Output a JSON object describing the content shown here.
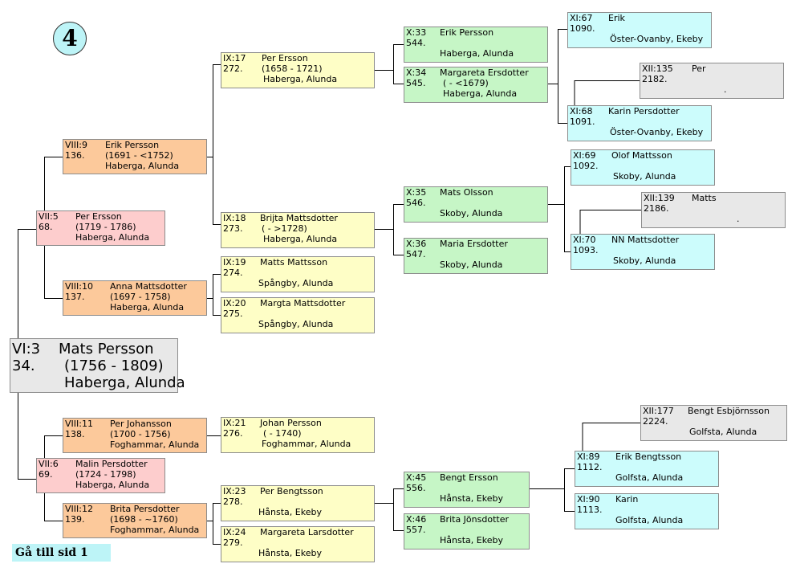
{
  "page_number": "4",
  "back_link": "Gå till sid 1",
  "root": {
    "gen_id": "VI:3",
    "name": "Mats Persson",
    "number": "34.",
    "dates": "(1756 - 1809)",
    "place": "Haberga, Alunda"
  },
  "persons": {
    "p68": {
      "gen_id": "VII:5",
      "name": "Per Ersson",
      "number": "68.",
      "dates": "(1719 - 1786)",
      "place": "Haberga, Alunda"
    },
    "p69": {
      "gen_id": "VII:6",
      "name": "Malin Persdotter",
      "number": "69.",
      "dates": "(1724 - 1798)",
      "place": "Haberga, Alunda"
    },
    "p136": {
      "gen_id": "VIII:9",
      "name": "Erik Persson",
      "number": "136.",
      "dates": "(1691 - <1752)",
      "place": "Haberga, Alunda"
    },
    "p137": {
      "gen_id": "VIII:10",
      "name": "Anna Mattsdotter",
      "number": "137.",
      "dates": "(1697 - 1758)",
      "place": "Haberga, Alunda"
    },
    "p138": {
      "gen_id": "VIII:11",
      "name": "Per Johansson",
      "number": "138.",
      "dates": "(1700 - 1756)",
      "place": "Foghammar, Alunda"
    },
    "p139": {
      "gen_id": "VIII:12",
      "name": "Brita Persdotter",
      "number": "139.",
      "dates": "(1698 - ~1760)",
      "place": "Foghammar, Alunda"
    },
    "p272": {
      "gen_id": "IX:17",
      "name": "Per Ersson",
      "number": "272.",
      "dates": "(1658 - 1721)",
      "place": "Haberga, Alunda"
    },
    "p273": {
      "gen_id": "IX:18",
      "name": "Brijta Mattsdotter",
      "number": "273.",
      "dates": "( - >1728)",
      "place": "Haberga, Alunda"
    },
    "p274": {
      "gen_id": "IX:19",
      "name": "Matts Mattsson",
      "number": "274.",
      "dates": "",
      "place": "Spångby, Alunda"
    },
    "p275": {
      "gen_id": "IX:20",
      "name": "Margta Mattsdotter",
      "number": "275.",
      "dates": "",
      "place": "Spångby, Alunda"
    },
    "p276": {
      "gen_id": "IX:21",
      "name": "Johan Persson",
      "number": "276.",
      "dates": "( - 1740)",
      "place": "Foghammar, Alunda"
    },
    "p278": {
      "gen_id": "IX:23",
      "name": "Per Bengtsson",
      "number": "278.",
      "dates": "",
      "place": "Hånsta, Ekeby"
    },
    "p279": {
      "gen_id": "IX:24",
      "name": "Margareta Larsdotter",
      "number": "279.",
      "dates": "",
      "place": "Hånsta, Ekeby"
    },
    "p544": {
      "gen_id": "X:33",
      "name": "Erik Persson",
      "number": "544.",
      "dates": "",
      "place": "Haberga, Alunda"
    },
    "p545": {
      "gen_id": "X:34",
      "name": "Margareta Ersdotter",
      "number": "545.",
      "dates": "( - <1679)",
      "place": "Haberga, Alunda"
    },
    "p546": {
      "gen_id": "X:35",
      "name": "Mats Olsson",
      "number": "546.",
      "dates": "",
      "place": "Skoby, Alunda"
    },
    "p547": {
      "gen_id": "X:36",
      "name": "Maria Ersdotter",
      "number": "547.",
      "dates": "",
      "place": "Skoby, Alunda"
    },
    "p556": {
      "gen_id": "X:45",
      "name": "Bengt Ersson",
      "number": "556.",
      "dates": "",
      "place": "Hånsta, Ekeby"
    },
    "p557": {
      "gen_id": "X:46",
      "name": "Brita Jönsdotter",
      "number": "557.",
      "dates": "",
      "place": "Hånsta, Ekeby"
    },
    "p1090": {
      "gen_id": "XI:67",
      "name": "Erik",
      "number": "1090.",
      "dates": "",
      "place": "Öster-Ovanby, Ekeby"
    },
    "p1091": {
      "gen_id": "XI:68",
      "name": "Karin Persdotter",
      "number": "1091.",
      "dates": "",
      "place": "Öster-Ovanby, Ekeby"
    },
    "p1092": {
      "gen_id": "XI:69",
      "name": "Olof Mattsson",
      "number": "1092.",
      "dates": "",
      "place": "Skoby, Alunda"
    },
    "p1093": {
      "gen_id": "XI:70",
      "name": "NN Mattsdotter",
      "number": "1093.",
      "dates": "",
      "place": "Skoby, Alunda"
    },
    "p1112": {
      "gen_id": "XI:89",
      "name": "Erik Bengtsson",
      "number": "1112.",
      "dates": "",
      "place": "Golfsta, Alunda"
    },
    "p1113": {
      "gen_id": "XI:90",
      "name": "Karin",
      "number": "1113.",
      "dates": "",
      "place": "Golfsta, Alunda"
    },
    "p2182": {
      "gen_id": "XII:135",
      "name": "Per",
      "number": "2182.",
      "dates": "",
      "place": "."
    },
    "p2186": {
      "gen_id": "XII:139",
      "name": "Matts",
      "number": "2186.",
      "dates": "",
      "place": "."
    },
    "p2224": {
      "gen_id": "XII:177",
      "name": "Bengt Esbjörnsson",
      "number": "2224.",
      "dates": "",
      "place": "Golfsta, Alunda"
    }
  }
}
